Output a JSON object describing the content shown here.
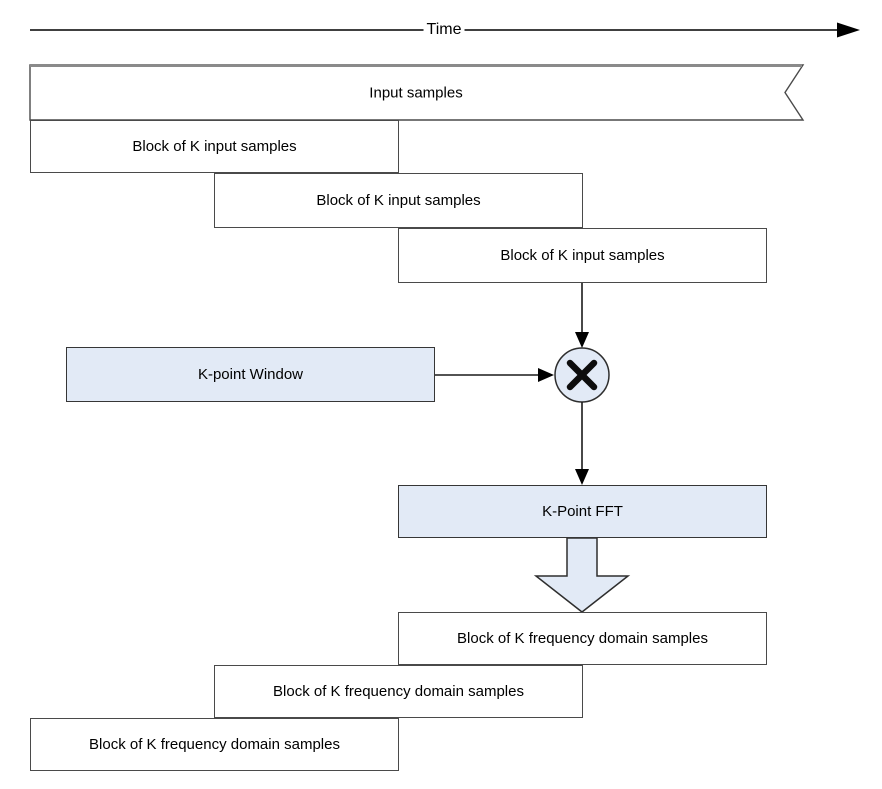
{
  "labels": {
    "time": "Time",
    "input_samples": "Input samples",
    "input_blocks": [
      "Block of K input samples",
      "Block of K input samples",
      "Block of K input samples"
    ],
    "window": "K-point Window",
    "fft": "K-Point FFT",
    "freq_blocks": [
      "Block of K frequency domain samples",
      "Block of K frequency domain samples",
      "Block of K frequency domain samples"
    ]
  },
  "icons": {
    "multiply": "multiply-operator (X in circle)",
    "time_arrowhead": "right-arrowhead",
    "connector_arrowheads": "down-arrowhead",
    "fft_output": "thick-down-block-arrow"
  },
  "colors": {
    "accent_fill": "#e2eaf6",
    "box_border": "#4a4a4a",
    "line_color": "#000000",
    "input_box_top_edge": "#8a8a8a",
    "background": "#ffffff"
  }
}
